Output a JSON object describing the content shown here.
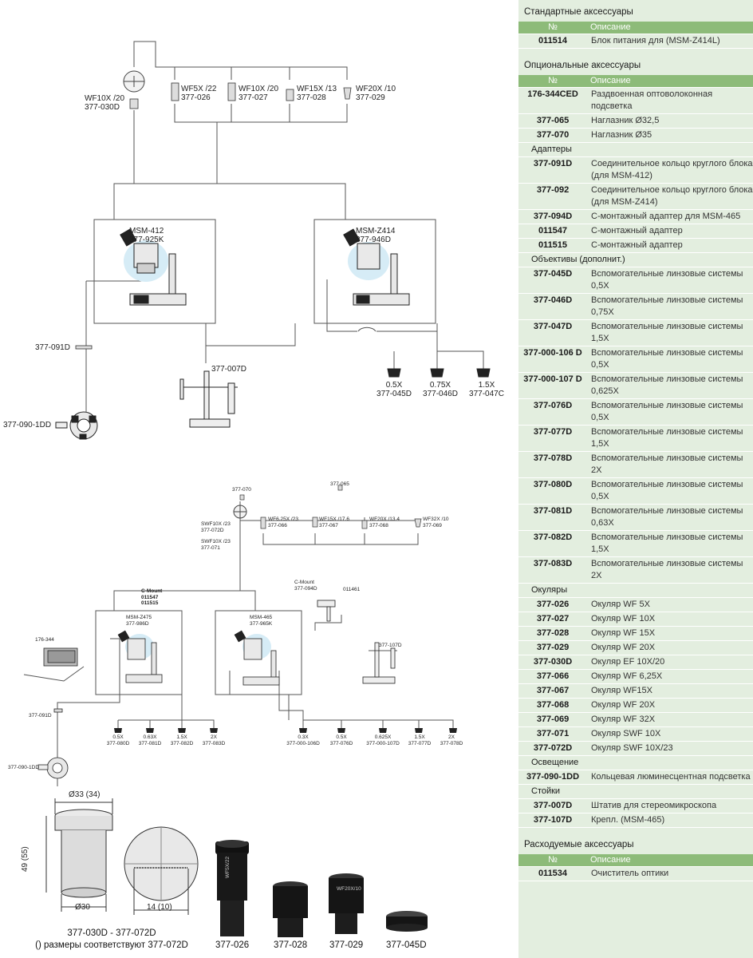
{
  "diagram": {
    "top": {
      "eyepieces": [
        {
          "name": "WF5X /22",
          "code": "377-026"
        },
        {
          "name": "WF10X /20",
          "code": "377-027"
        },
        {
          "name": "WF15X /13",
          "code": "377-028"
        },
        {
          "name": "WF20X /10",
          "code": "377-029"
        }
      ],
      "reticle_eyepiece": {
        "name": "WF10X /20",
        "code": "377-030D"
      },
      "scope_left": {
        "model": "MSM-412",
        "code": "377-925K"
      },
      "scope_right": {
        "model": "MSM-Z414",
        "code": "377-946D"
      },
      "adapter_code": "377-091D",
      "ringlight_code": "377-090-1DD",
      "stand_code": "377-007D",
      "lenses": [
        {
          "mag": "0.5X",
          "code": "377-045D"
        },
        {
          "mag": "0.75X",
          "code": "377-046D"
        },
        {
          "mag": "1.5X",
          "code": "377-047C"
        }
      ]
    },
    "bottom": {
      "top_code_a": "377-070",
      "top_code_b": "377-065",
      "eyepieces": [
        {
          "name": "WF6.25X /23",
          "code": "377-066"
        },
        {
          "name": "WF15X /17.6",
          "code": "377-067"
        },
        {
          "name": "WF20X /13.4",
          "code": "377-068"
        },
        {
          "name": "WF32X /10",
          "code": "377-069"
        }
      ],
      "swf1": {
        "name": "SWF10X /23",
        "code": "377-072D"
      },
      "swf2": {
        "name": "SWF10X /23",
        "code": "377-071"
      },
      "cmount_left": {
        "label": "C-Mount",
        "code1": "011547",
        "code2": "011515"
      },
      "cmount_right": {
        "label": "C-Mount",
        "code": "377-094D"
      },
      "code_011461": "011461",
      "scope_left": {
        "model": "MSM-Z475",
        "code": "377-986D"
      },
      "scope_right": {
        "model": "MSM-465",
        "code": "377-965K"
      },
      "fiber_code": "176-344",
      "stand_code": "377-107D",
      "adapter_code": "377-091D",
      "ringlight_code": "377-090-1DD",
      "lenses_left": [
        {
          "mag": "0.5X",
          "code": "377-080D"
        },
        {
          "mag": "0.63X",
          "code": "377-081D"
        },
        {
          "mag": "1.5X",
          "code": "377-082D"
        },
        {
          "mag": "2X",
          "code": "377-083D"
        }
      ],
      "lenses_right": [
        {
          "mag": "0.3X",
          "code": "377-000-106D"
        },
        {
          "mag": "0.5X",
          "code": "377-076D"
        },
        {
          "mag": "0.625X",
          "code": "377-000-107D"
        },
        {
          "mag": "1.5X",
          "code": "377-077D"
        },
        {
          "mag": "2X",
          "code": "377-078D"
        }
      ]
    },
    "dims": {
      "diameter_top": "Ø33 (34)",
      "height": "49 (55)",
      "diameter_bottom": "Ø30",
      "reticle_dim": "14 (10)",
      "eyepiece_label": "WF5X/22",
      "eyepiece_label2": "WF20X/10"
    },
    "captions": {
      "reticle_line1": "377-030D - 377-072D",
      "reticle_line2": "() размеры соответствуют 377-072D",
      "photo1": "377-026",
      "photo2": "377-028",
      "photo3": "377-029",
      "photo4": "377-045D"
    }
  },
  "panel": {
    "standard": {
      "title": "Стандартные аксессуары",
      "head_no": "№",
      "head_desc": "Описание",
      "rows": [
        {
          "code": "011514",
          "desc": "Блок питания для (MSM-Z414L)"
        }
      ]
    },
    "optional": {
      "title": "Опциональные аксессуары",
      "head_no": "№",
      "head_desc": "Описание",
      "rows": [
        {
          "code": "176-344CED",
          "desc": "Раздвоенная оптоволоконная подсветка"
        },
        {
          "code": "377-065",
          "desc": "Наглазник Ø32,5"
        },
        {
          "code": "377-070",
          "desc": "Наглазник Ø35"
        },
        {
          "group": "Адаптеры"
        },
        {
          "code": "377-091D",
          "desc": "Соединительное кольцо круглого блока (для MSM-412)"
        },
        {
          "code": "377-092",
          "desc": "Соединительное кольцо круглого блока (для MSM-Z414)"
        },
        {
          "code": "377-094D",
          "desc": "C-монтажный адаптер для MSM-465"
        },
        {
          "code": "011547",
          "desc": "C-монтажный адаптер"
        },
        {
          "code": "011515",
          "desc": "C-монтажный адаптер"
        },
        {
          "group": "Объективы (дополнит.)"
        },
        {
          "code": "377-045D",
          "desc": "Вспомогательные линзовые системы 0,5X"
        },
        {
          "code": "377-046D",
          "desc": "Вспомогательные линзовые системы 0,75X"
        },
        {
          "code": "377-047D",
          "desc": "Вспомогательные линзовые системы 1,5X"
        },
        {
          "code": "377-000-106 D",
          "desc": "Вспомогательные линзовые системы 0,5X"
        },
        {
          "code": "377-000-107 D",
          "desc": "Вспомогательные линзовые системы 0,625X"
        },
        {
          "code": "377-076D",
          "desc": "Вспомогательные линзовые системы 0,5X"
        },
        {
          "code": "377-077D",
          "desc": "Вспомогательные линзовые системы 1,5X"
        },
        {
          "code": "377-078D",
          "desc": "Вспомогательные линзовые системы 2X"
        },
        {
          "code": "377-080D",
          "desc": "Вспомогательные линзовые системы 0,5X"
        },
        {
          "code": "377-081D",
          "desc": "Вспомогательные линзовые системы 0,63X"
        },
        {
          "code": "377-082D",
          "desc": "Вспомогательные линзовые системы 1,5X"
        },
        {
          "code": "377-083D",
          "desc": "Вспомогательные линзовые системы 2X"
        },
        {
          "group": "Окуляры"
        },
        {
          "code": "377-026",
          "desc": "Окуляр WF 5X"
        },
        {
          "code": "377-027",
          "desc": "Окуляр WF 10X"
        },
        {
          "code": "377-028",
          "desc": "Окуляр WF 15X"
        },
        {
          "code": "377-029",
          "desc": "Окуляр WF 20X"
        },
        {
          "code": "377-030D",
          "desc": "Окуляр EF 10X/20"
        },
        {
          "code": "377-066",
          "desc": "Окуляр WF 6,25X"
        },
        {
          "code": "377-067",
          "desc": "Окуляр WF15X"
        },
        {
          "code": "377-068",
          "desc": "Окуляр WF 20X"
        },
        {
          "code": "377-069",
          "desc": "Окуляр WF 32X"
        },
        {
          "code": "377-071",
          "desc": "Окуляр SWF 10X"
        },
        {
          "code": "377-072D",
          "desc": "Окуляр SWF 10X/23"
        },
        {
          "group": "Освещение"
        },
        {
          "code": "377-090-1DD",
          "desc": "Кольцевая люминесцентная подсветка"
        },
        {
          "group": "Стойки"
        },
        {
          "code": "377-007D",
          "desc": "Штатив для стереомикроскопа"
        },
        {
          "code": "377-107D",
          "desc": "Крепл. (MSM-465)"
        }
      ]
    },
    "consumable": {
      "title": "Расходуемые аксессуары",
      "head_no": "№",
      "head_desc": "Описание",
      "rows": [
        {
          "code": "011534",
          "desc": "Очиститель оптики"
        }
      ]
    }
  }
}
